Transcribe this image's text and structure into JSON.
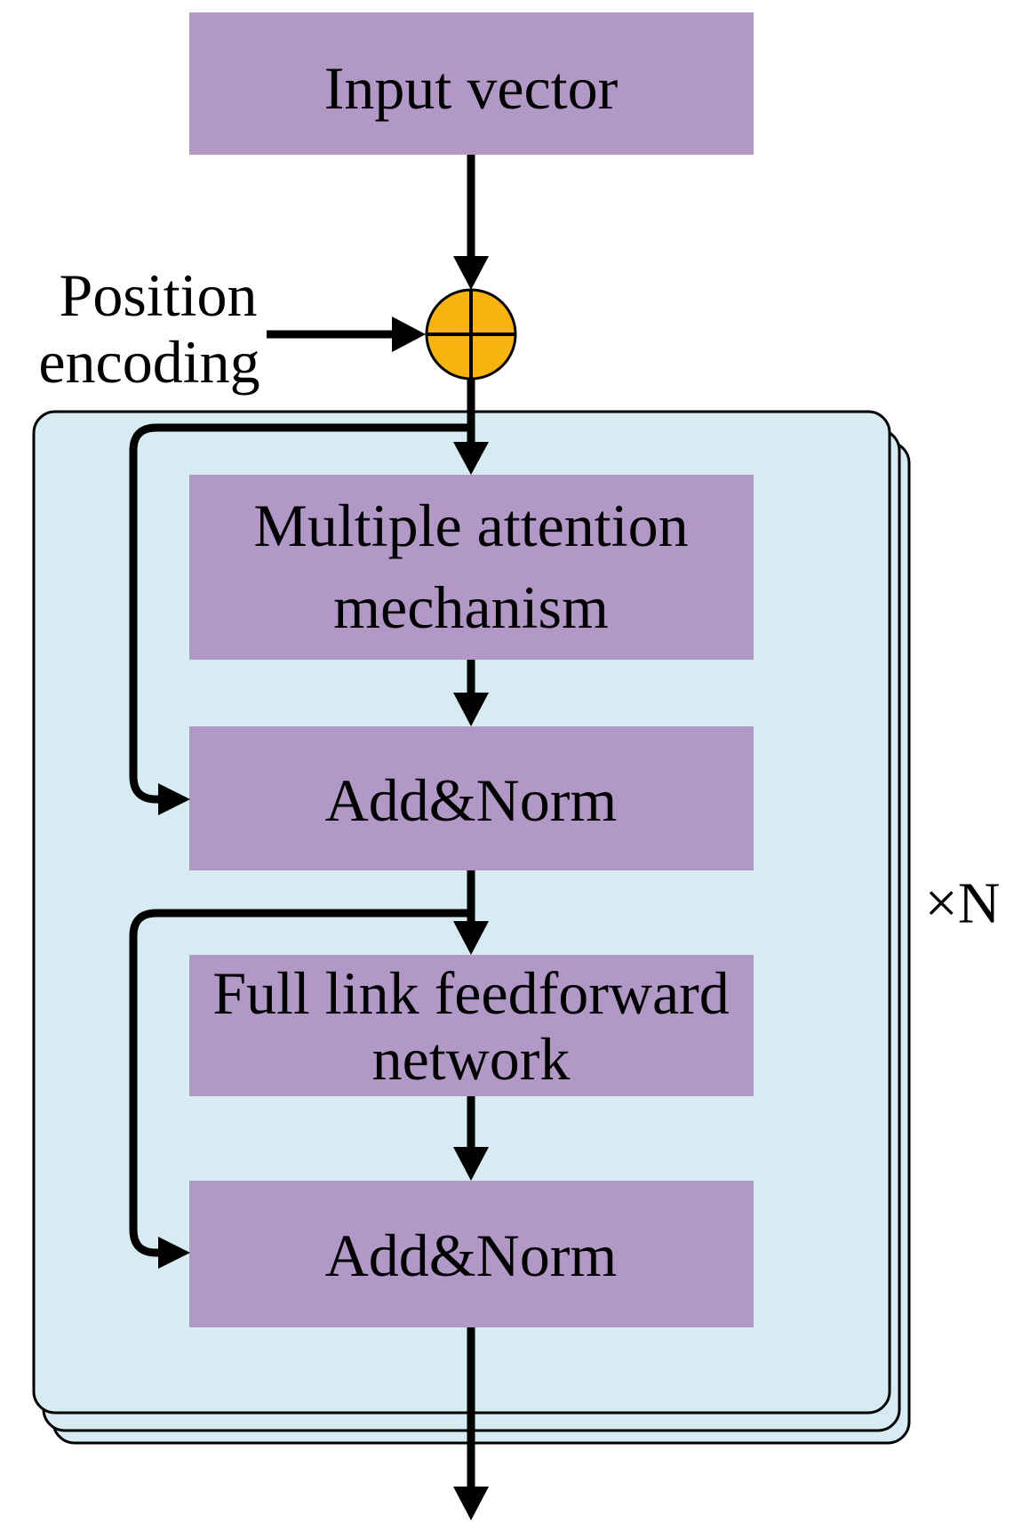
{
  "colors": {
    "node_fill": "#B198C7",
    "container_fill": "#D6ECF2",
    "adder_fill": "#F8B40C",
    "line": "#000000",
    "background": "#FFFFFF"
  },
  "nodes": {
    "input_vector": {
      "label": "Input vector"
    },
    "position_encoding": {
      "line1": "Position",
      "line2": "encoding"
    },
    "adder": {
      "icon": "circle-plus-icon"
    },
    "multiple_attention": {
      "line1": "Multiple attention",
      "line2": "mechanism"
    },
    "add_norm_1": {
      "label": "Add&Norm"
    },
    "feedforward": {
      "line1": "Full link feedforward",
      "line2": "network"
    },
    "add_norm_2": {
      "label": "Add&Norm"
    },
    "repeat": {
      "label": "×N"
    }
  },
  "edges": [
    {
      "from": "input_vector",
      "to": "adder",
      "type": "arrow"
    },
    {
      "from": "position_encoding",
      "to": "adder",
      "type": "arrow"
    },
    {
      "from": "adder",
      "to": "multiple_attention",
      "type": "arrow"
    },
    {
      "from": "adder",
      "to": "add_norm_1",
      "type": "skip"
    },
    {
      "from": "multiple_attention",
      "to": "add_norm_1",
      "type": "arrow"
    },
    {
      "from": "add_norm_1",
      "to": "feedforward",
      "type": "arrow"
    },
    {
      "from": "add_norm_1",
      "to": "add_norm_2",
      "type": "skip"
    },
    {
      "from": "feedforward",
      "to": "add_norm_2",
      "type": "arrow"
    },
    {
      "from": "add_norm_2",
      "to": "output",
      "type": "arrow"
    }
  ]
}
